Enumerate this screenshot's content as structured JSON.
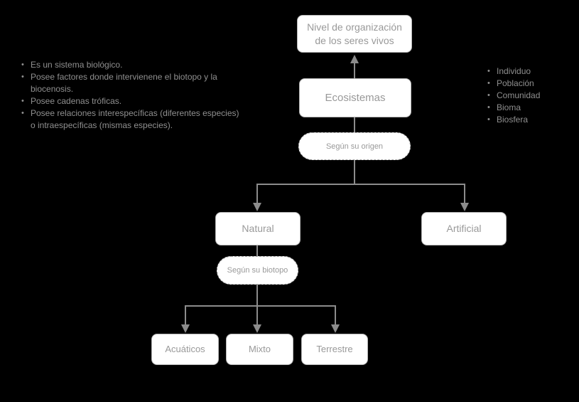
{
  "diagram": {
    "colors": {
      "background": "#000000",
      "box_fill": "#ffffff",
      "box_border": "#b5b5b5",
      "box_text": "#999999",
      "line": "#8c8c8c",
      "note_text": "#8f8f8f"
    },
    "nodes": {
      "nivel": {
        "line1": "Nivel de organización",
        "line2": "de los seres vivos"
      },
      "ecosistemas": {
        "label": "Ecosistemas"
      },
      "segun_origen": {
        "label": "Según su origen"
      },
      "natural": {
        "label": "Natural"
      },
      "artificial": {
        "label": "Artificial"
      },
      "segun_biotopo": {
        "label": "Según su biotopo"
      },
      "acuaticos": {
        "label": "Acuáticos"
      },
      "mixto": {
        "label": "Mixto"
      },
      "terrestre": {
        "label": "Terrestre"
      }
    },
    "left_notes": {
      "bullet": "•",
      "items": [
        "Es un sistema biológico.",
        "Posee factores donde intervienene el biotopo y la biocenosis.",
        "Posee cadenas tróficas.",
        "Posee relaciones interespecíficas (diferentes especies) o intraespecíficas (mismas especies)."
      ]
    },
    "right_notes": {
      "bullet": "•",
      "items": [
        "Individuo",
        "Población",
        "Comunidad",
        "Bioma",
        "Biosfera"
      ]
    }
  }
}
